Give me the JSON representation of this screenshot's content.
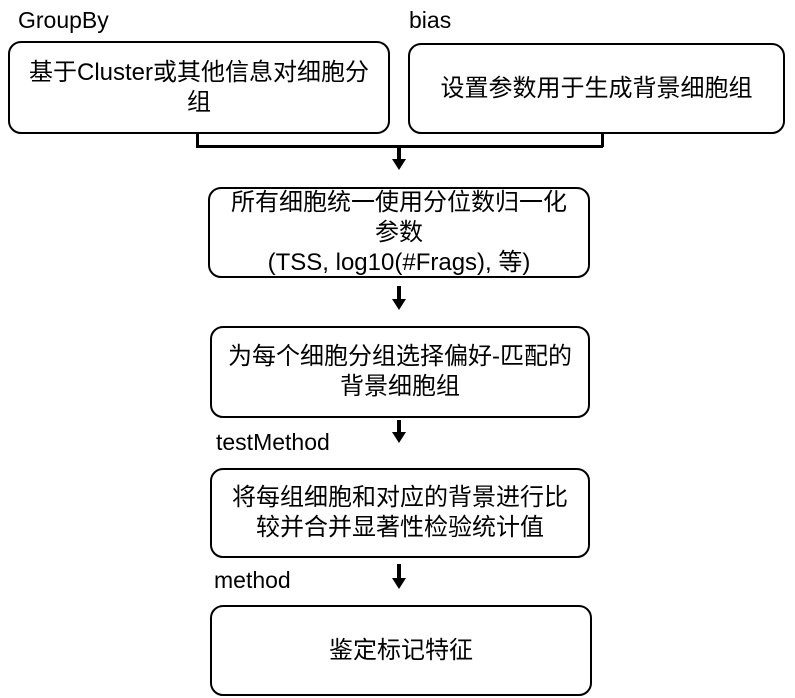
{
  "labels": {
    "group_by": "GroupBy",
    "bias": "bias",
    "test_method": "testMethod",
    "method": "method"
  },
  "nodes": {
    "group_cells": {
      "lines": [
        "基于Cluster或其他信息对细胞分",
        "组"
      ]
    },
    "set_params": {
      "lines": [
        "设置参数用于生成背景细胞组"
      ]
    },
    "quantile_norm": {
      "lines": [
        "所有细胞统一使用分位数归一化",
        "参数",
        "(TSS, log10(#Frags), 等)"
      ]
    },
    "select_background": {
      "lines": [
        "为每个细胞分组选择偏好-匹配的",
        "背景细胞组"
      ]
    },
    "compare_merge": {
      "lines": [
        "将每组细胞和对应的背景进行比",
        "较并合并显著性检验统计值"
      ]
    },
    "identify_markers": {
      "lines": [
        "鉴定标记特征"
      ]
    }
  },
  "colors": {
    "stroke": "#000000",
    "background": "#ffffff"
  }
}
